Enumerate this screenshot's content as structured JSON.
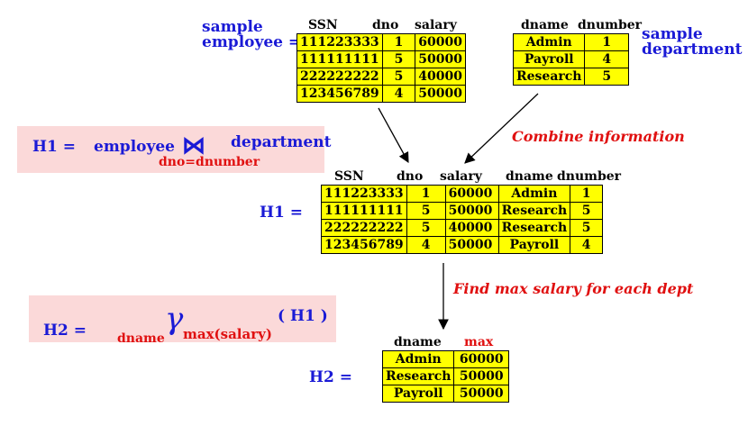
{
  "sample_employee": {
    "label_line1": "sample",
    "label_line2": "employee =",
    "headers": [
      "SSN",
      "dno",
      "salary"
    ],
    "rows": [
      [
        "111223333",
        "1",
        "60000"
      ],
      [
        "111111111",
        "5",
        "50000"
      ],
      [
        "222222222",
        "5",
        "40000"
      ],
      [
        "123456789",
        "4",
        "50000"
      ]
    ]
  },
  "sample_department": {
    "label_line1": "sample",
    "label_line2": "department",
    "headers": [
      "dname",
      "dnumber"
    ],
    "rows": [
      [
        "Admin",
        "1"
      ],
      [
        "Payroll",
        "4"
      ],
      [
        "Research",
        "5"
      ]
    ]
  },
  "h1_expr": {
    "lhs": "H1 =",
    "left": "employee",
    "join_symbol": "⋈",
    "right": "department",
    "condition": "dno=dnumber"
  },
  "combine_label": "Combine information",
  "h1_table": {
    "label": "H1 =",
    "headers": [
      "SSN",
      "dno",
      "salary",
      "dname",
      "dnumber"
    ],
    "rows": [
      [
        "111223333",
        "1",
        "60000",
        "Admin",
        "1"
      ],
      [
        "111111111",
        "5",
        "50000",
        "Research",
        "5"
      ],
      [
        "222222222",
        "5",
        "40000",
        "Research",
        "5"
      ],
      [
        "123456789",
        "4",
        "50000",
        "Payroll",
        "4"
      ]
    ]
  },
  "find_max_label": "Find max salary for each dept",
  "h2_expr": {
    "lhs": "H2 =",
    "group_attr": "dname",
    "gamma": "γ",
    "agg": "max(salary)",
    "arg": "( H1 )"
  },
  "h2_table": {
    "label": "H2 =",
    "headers": [
      "dname",
      "max"
    ],
    "rows": [
      [
        "Admin",
        "60000"
      ],
      [
        "Research",
        "50000"
      ],
      [
        "Payroll",
        "50000"
      ]
    ]
  },
  "colors": {
    "table_fill": "#ffff00",
    "label_blue": "#1a1ad6",
    "accent_red": "#e01010",
    "pink_box": "#fbd9d9"
  }
}
